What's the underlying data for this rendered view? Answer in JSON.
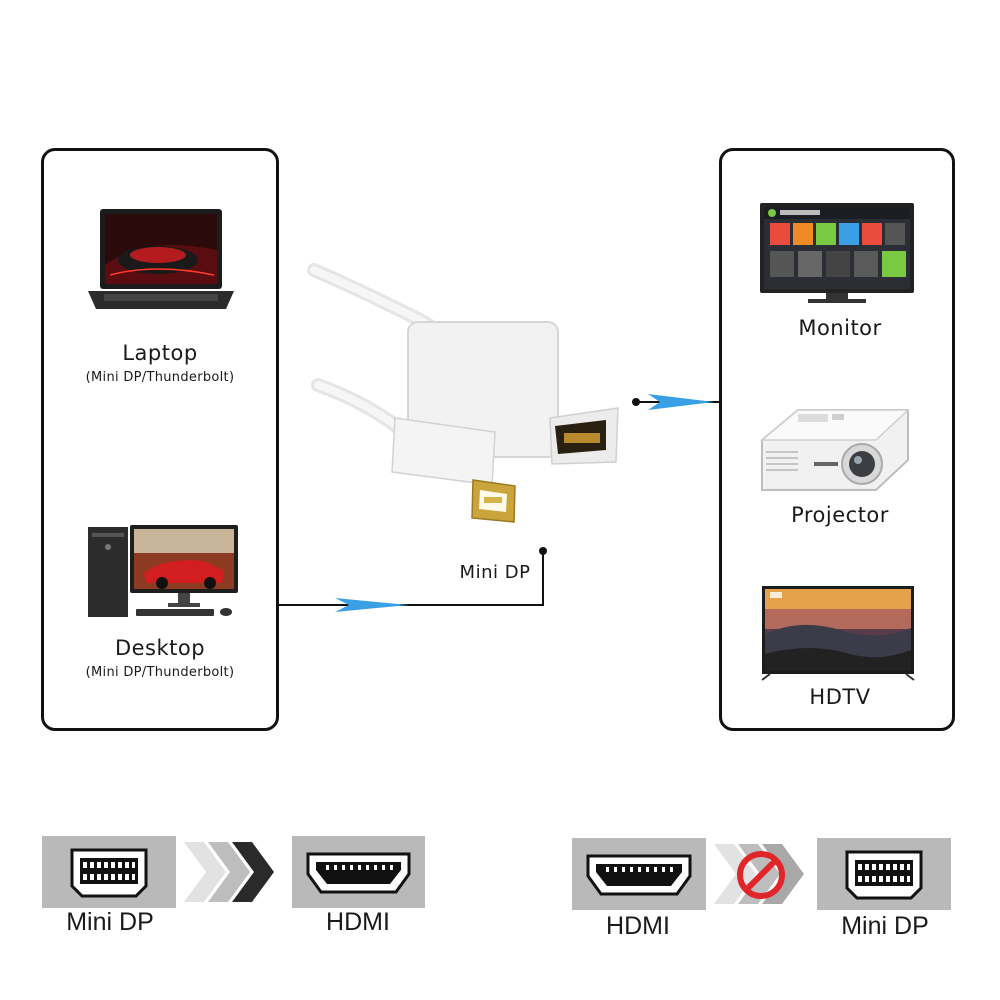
{
  "sources": {
    "laptop": {
      "label": "Laptop",
      "sub": "(Mini DP/Thunderbolt)"
    },
    "desktop": {
      "label": "Desktop",
      "sub": "(Mini DP/Thunderbolt)"
    }
  },
  "adapter": {
    "connector_label": "Mini DP"
  },
  "outputs": {
    "monitor": {
      "label": "Monitor"
    },
    "projector": {
      "label": "Projector"
    },
    "hdtv": {
      "label": "HDTV"
    }
  },
  "direction_legend": {
    "supported": {
      "from": "Mini DP",
      "to": "HDMI"
    },
    "unsupported": {
      "from": "HDMI",
      "to": "Mini DP"
    }
  },
  "colors": {
    "arrow_blue": "#3aa0e6",
    "no_sign_red": "#e0262a",
    "port_bg": "#b9b9b9"
  }
}
